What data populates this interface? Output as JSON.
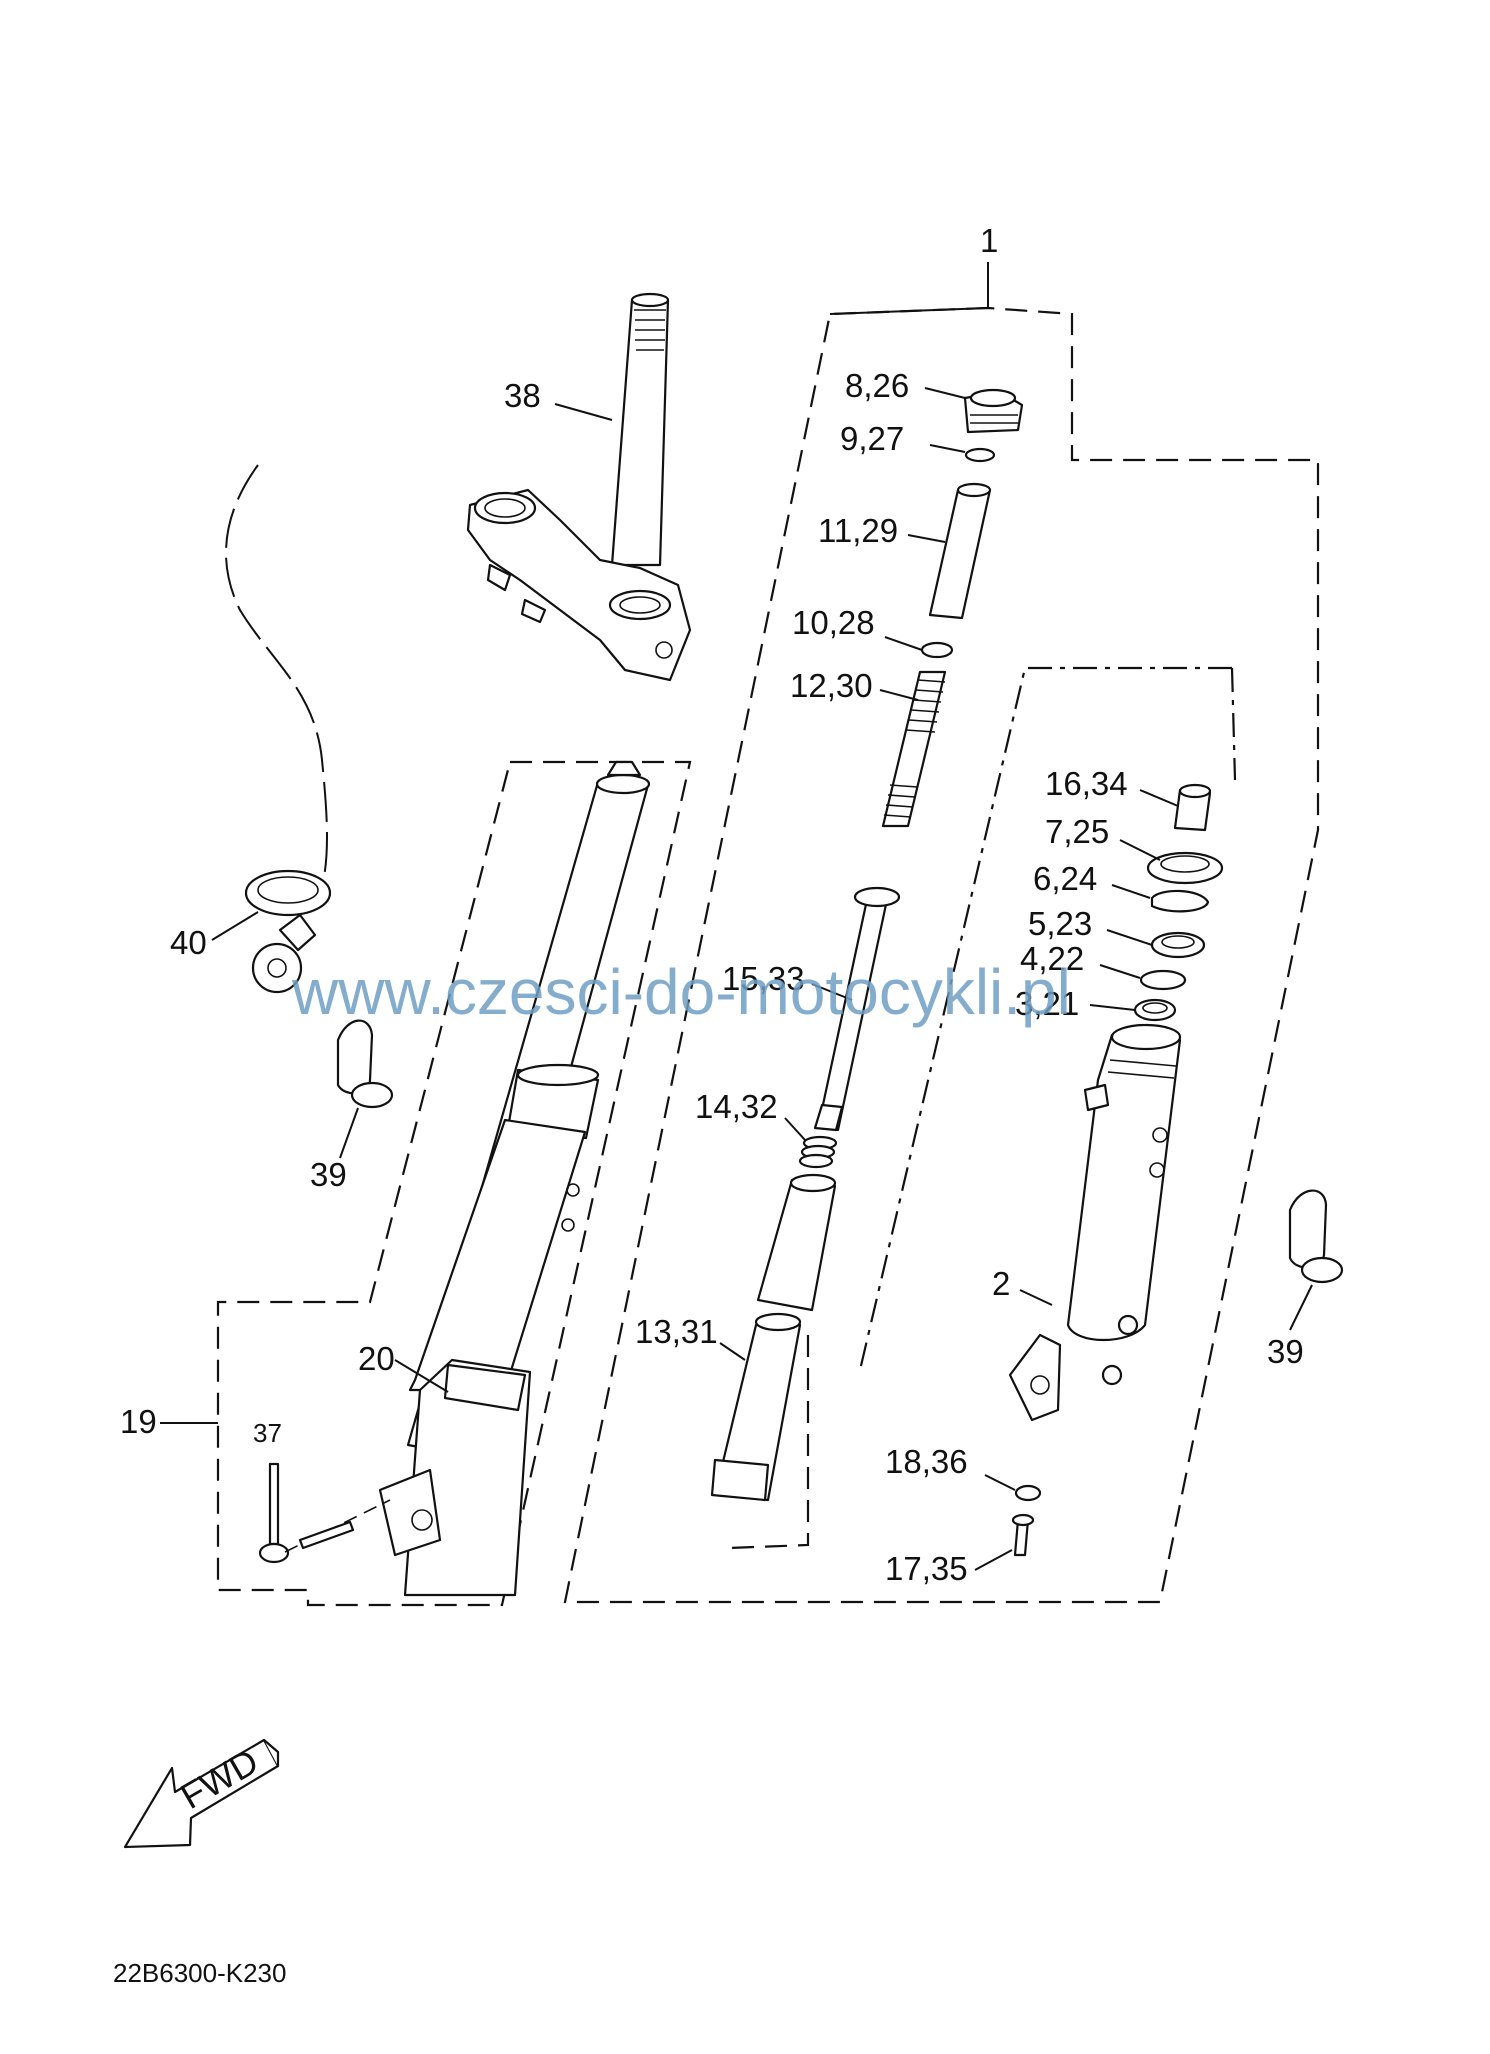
{
  "watermark": "www.czesci-do-motocykli.pl",
  "diagram_code": "22B6300-K230",
  "fwd_label": "FWD",
  "labels": {
    "l1": "1",
    "l2": "2",
    "l3_21": "3,21",
    "l4_22": "4,22",
    "l5_23": "5,23",
    "l6_24": "6,24",
    "l7_25": "7,25",
    "l8_26": "8,26",
    "l9_27": "9,27",
    "l10_28": "10,28",
    "l11_29": "11,29",
    "l12_30": "12,30",
    "l13_31": "13,31",
    "l14_32": "14,32",
    "l15_33": "15,33",
    "l16_34": "16,34",
    "l17_35": "17,35",
    "l18_36": "18,36",
    "l19": "19",
    "l20": "20",
    "l37": "37",
    "l38": "38",
    "l39a": "39",
    "l39b": "39",
    "l40": "40"
  }
}
